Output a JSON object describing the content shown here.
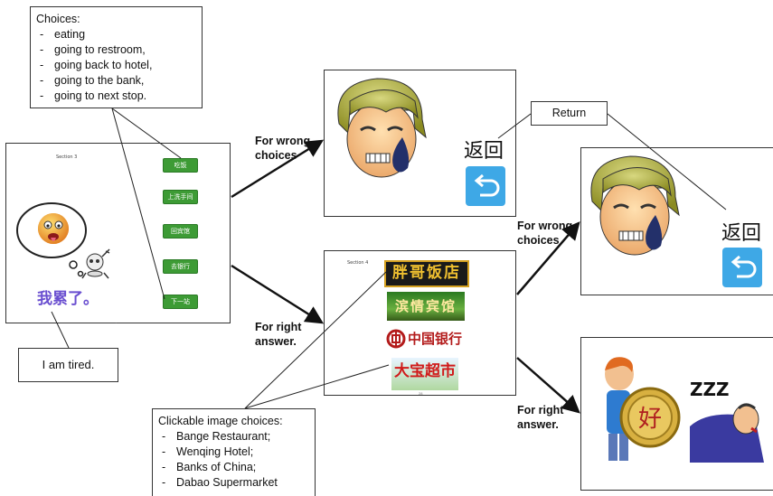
{
  "notes": {
    "choices_title": "Choices:",
    "choices": [
      "eating",
      "going to restroom,",
      "going back to hotel,",
      "going to the bank,",
      "going to next stop."
    ],
    "tired_caption": "I am tired.",
    "clickable_title": "Clickable image choices:",
    "clickable": [
      "Bange Restaurant;",
      "Wenqing Hotel;",
      "Banks of China;",
      "Dabao Supermarket"
    ],
    "return_label": "Return"
  },
  "labels": {
    "wrong_top": "For wrong choices",
    "right_left": "For right answer.",
    "wrong_right": "For wrong choices",
    "right_right": "For right answer."
  },
  "section3": {
    "title": "Section 3",
    "tired_text": "我累了。",
    "buttons": [
      "吃饭",
      "上洗手间",
      "回宾馆",
      "去银行",
      "下一站"
    ]
  },
  "section4": {
    "title": "Section 4",
    "page": "28",
    "signs": [
      "胖哥饭店",
      "滨情宾馆",
      "中国银行",
      "大宝超市"
    ]
  },
  "back": {
    "label_top": "返回",
    "label_right": "返回"
  },
  "reward": {
    "coin_char": "好",
    "sleep_text": "ZZZ"
  },
  "colors": {
    "button_green": "#3d9b35",
    "back_blue": "#3ea8e6",
    "tired_purple": "#6a4fd0"
  }
}
